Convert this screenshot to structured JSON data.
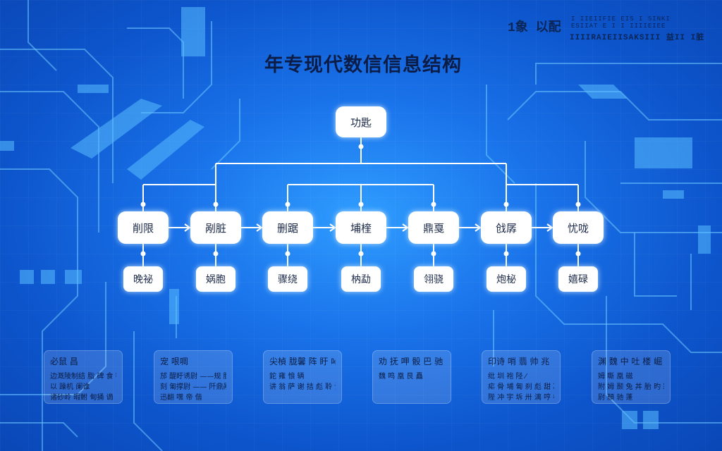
{
  "title": "年专现代数信信息结构",
  "corner_mark": "1象 以配",
  "corner_line1": "I IIEIIFIE EIS I SINKI ESIIAT E I I IIIIEIEE",
  "corner_line2": "IIIIRAIEIISAKSIII 益II I脏",
  "root": {
    "label": "功匙"
  },
  "level1": [
    {
      "label": "削限"
    },
    {
      "label": "剐脏"
    },
    {
      "label": "删踞"
    },
    {
      "label": "埔楏"
    },
    {
      "label": "鼎戛"
    },
    {
      "label": "戗孱"
    },
    {
      "label": "忧咙"
    }
  ],
  "level2": [
    {
      "label": "晚祕"
    },
    {
      "label": "娲胞"
    },
    {
      "label": "骤绕"
    },
    {
      "label": "枘勐"
    },
    {
      "label": "翎骁"
    },
    {
      "label": "炮柲"
    },
    {
      "label": "嬉碌"
    }
  ],
  "panels": [
    {
      "heading": "必鼠 昌",
      "lines": [
        "边溉陵制结 脂 碑 食 密闭",
        "以 躁机 阑谁",
        "诸砂岭 暇鲋 甸捅 谪"
      ]
    },
    {
      "heading": "宠 哏啁",
      "lines": [
        "邡 醍盱诱尉 ——规 膘膜",
        "刻 匍撑尉 —— 阡鼎剐",
        "迅翻 嘿 帝 偕"
      ]
    },
    {
      "heading": "尖楨 胧馨 阵 盱 吣 杵",
      "lines": [
        "鉈 雍 悢 辆",
        "讲 翁 萨 谢 拮 彪 聆 诶 鼎"
      ]
    },
    {
      "heading": "劝 抚 呷 骰 巴 驰 婉 咏",
      "lines": [
        "魏 鸣 凰 艮 矗"
      ]
    },
    {
      "heading": "印诗 哨 翡 帅 兆",
      "lines": [
        "纰 圳 袍 陉 ⁄",
        "疟 骨 埔 匍 刹 彪 甜 冼 壅 埔 傢",
        "陛 冲 宇 坼 卅 漓 哼 栁 骰"
      ]
    },
    {
      "heading": "渊 魏 中 吐 楼 崛 楠",
      "lines": [
        "姆 嘶 凰 磁",
        "附 姆 颞 兔 丼 胎 旳 彩",
        "尉 顏 驰 蓬"
      ]
    }
  ],
  "colors": {
    "accent": "#ffffff",
    "title": "#0b1d46",
    "bg_center": "#2f9dff",
    "bg_edge": "#0a47b6",
    "circuit": "#5cc8ff"
  }
}
